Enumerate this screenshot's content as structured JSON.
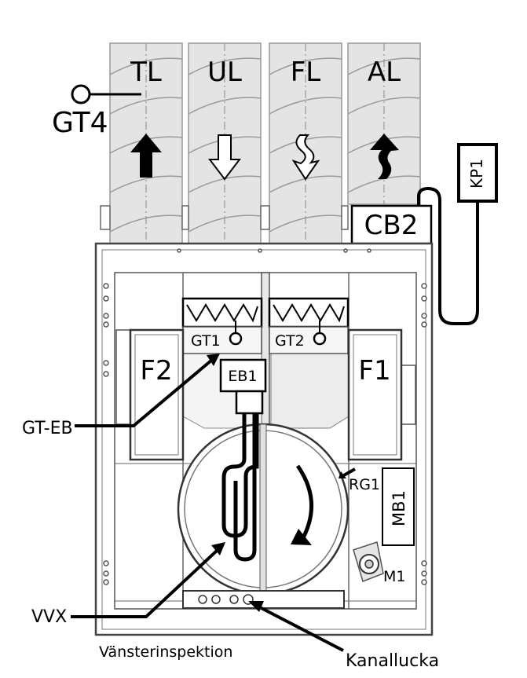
{
  "ducts": [
    {
      "label": "TL",
      "arrow": "up-solid"
    },
    {
      "label": "UL",
      "arrow": "down-outline"
    },
    {
      "label": "FL",
      "arrow": "down-wavy-outline"
    },
    {
      "label": "AL",
      "arrow": "up-wavy-solid"
    }
  ],
  "sensors": {
    "gt4": "GT4",
    "gt1": "GT1",
    "gt2": "GT2"
  },
  "components": {
    "cb2": "CB2",
    "kp1": "KP1",
    "f1": "F1",
    "f2": "F2",
    "eb1": "EB1",
    "rg1": "RG1",
    "mb1": "MB1",
    "m1": "M1"
  },
  "callouts": {
    "gt_eb": "GT-EB",
    "vvx": "VVX",
    "kanallucka": "Kanallucka"
  },
  "caption": "Vänsterinspektion"
}
